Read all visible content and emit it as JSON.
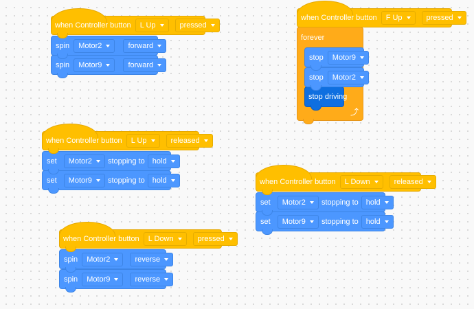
{
  "colors": {
    "event_block": "#ffbf00",
    "control_block": "#ffab19",
    "motion_block": "#4c97ff",
    "drivetrain_block": "#0f6fe0",
    "canvas_bg": "#f9f9f9"
  },
  "stacks": [
    {
      "hat": {
        "text": "when Controller button",
        "button": "L Up",
        "action": "pressed"
      },
      "blocks": [
        {
          "verb": "spin",
          "motor": "Motor2",
          "direction": "forward"
        },
        {
          "verb": "spin",
          "motor": "Motor9",
          "direction": "forward"
        }
      ]
    },
    {
      "hat": {
        "text": "when Controller button",
        "button": "F Up",
        "action": "pressed"
      },
      "forever": {
        "label": "forever",
        "loop_icon": "loop-arrow-icon"
      },
      "blocks": [
        {
          "verb": "stop",
          "motor": "Motor9"
        },
        {
          "verb": "stop",
          "motor": "Motor2"
        },
        {
          "label": "stop driving"
        }
      ]
    },
    {
      "hat": {
        "text": "when Controller button",
        "button": "L Up",
        "action": "released"
      },
      "blocks": [
        {
          "verb": "set",
          "motor": "Motor2",
          "mid": "stopping to",
          "mode": "hold"
        },
        {
          "verb": "set",
          "motor": "Motor9",
          "mid": "stopping to",
          "mode": "hold"
        }
      ]
    },
    {
      "hat": {
        "text": "when Controller button",
        "button": "L Down",
        "action": "released"
      },
      "blocks": [
        {
          "verb": "set",
          "motor": "Motor2",
          "mid": "stopping to",
          "mode": "hold"
        },
        {
          "verb": "set",
          "motor": "Motor9",
          "mid": "stopping to",
          "mode": "hold"
        }
      ]
    },
    {
      "hat": {
        "text": "when Controller button",
        "button": "L Down",
        "action": "pressed"
      },
      "blocks": [
        {
          "verb": "spin",
          "motor": "Motor2",
          "direction": "reverse"
        },
        {
          "verb": "spin",
          "motor": "Motor9",
          "direction": "reverse"
        }
      ]
    }
  ]
}
